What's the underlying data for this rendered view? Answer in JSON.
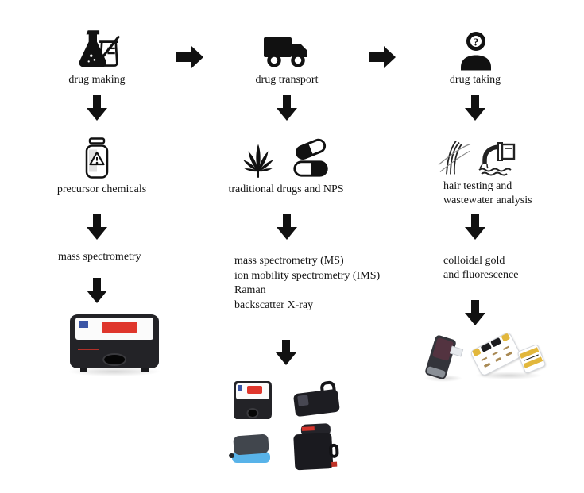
{
  "stages": [
    {
      "label": "drug making",
      "icon": "flask-beaker-icon"
    },
    {
      "label": "drug transport",
      "icon": "truck-icon"
    },
    {
      "label": "drug taking",
      "icon": "person-question-icon"
    }
  ],
  "samples": [
    {
      "lines": [
        "precursor chemicals"
      ],
      "icons": [
        "warning-bottle-icon"
      ]
    },
    {
      "lines": [
        "traditional drugs and NPS"
      ],
      "icons": [
        "cannabis-leaf-icon",
        "capsule-pills-icon"
      ]
    },
    {
      "lines": [
        "hair testing and",
        "wastewater analysis"
      ],
      "icons": [
        "hair-strands-icon",
        "wastewater-pipe-icon"
      ]
    }
  ],
  "methods": [
    {
      "lines": [
        "mass spectrometry"
      ]
    },
    {
      "lines": [
        "mass spectrometry (MS)",
        "ion mobility spectrometry (IMS)",
        "Raman",
        "backscatter X-ray"
      ]
    },
    {
      "lines": [
        "colloidal gold",
        "and fluorescence"
      ]
    }
  ],
  "devices": {
    "col1": [
      "benchtop-mass-spectrometer-image"
    ],
    "col2": [
      "benchtop-mass-spectrometer-image",
      "handheld-detector-image",
      "blue-base-portable-module-image",
      "black-red-handheld-device-image"
    ],
    "col3": [
      "handheld-fluorescence-reader-image",
      "colloidal-gold-test-cassette-image",
      "small-test-cassette-image"
    ]
  },
  "icons": {
    "connector": "solid-black-arrow"
  },
  "colors": {
    "background": "#ffffff",
    "icon": "#111111",
    "text": "#141414",
    "device_body": "#232327",
    "screen_red": "#df362c",
    "screen_blue": "#3b55a5",
    "device_blue": "#58b3e9",
    "cassette_yellow": "#e2b73c"
  }
}
